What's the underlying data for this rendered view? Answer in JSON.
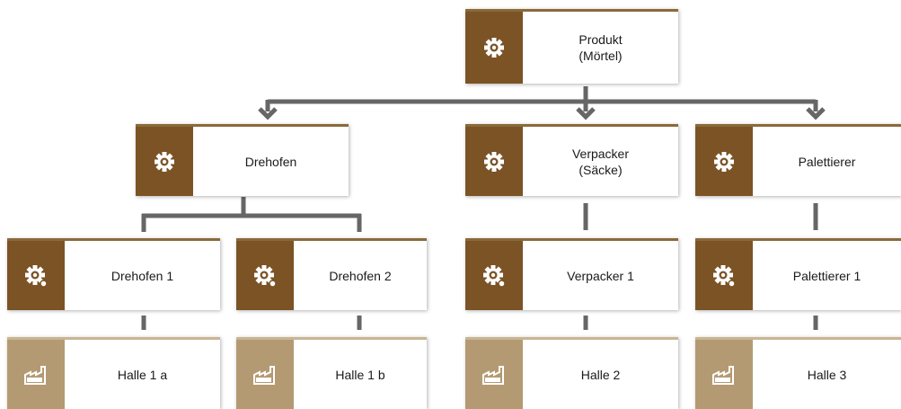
{
  "nodes": {
    "produkt": {
      "label": "Produkt\n(Mörtel)",
      "icon": "gear-icon"
    },
    "drehofen": {
      "label": "Drehofen",
      "icon": "gear-icon"
    },
    "verpacker": {
      "label": "Verpacker\n(Säcke)",
      "icon": "gear-icon"
    },
    "palettierer": {
      "label": "Palettierer",
      "icon": "gear-icon"
    },
    "drehofen1": {
      "label": "Drehofen 1",
      "icon": "gear-with-dot-icon"
    },
    "drehofen2": {
      "label": "Drehofen 2",
      "icon": "gear-with-dot-icon"
    },
    "verpacker1": {
      "label": "Verpacker 1",
      "icon": "gear-with-dot-icon"
    },
    "palettierer1": {
      "label": "Palettierer 1",
      "icon": "gear-with-dot-icon"
    },
    "halle1a": {
      "label": "Halle 1 a",
      "icon": "factory-icon"
    },
    "halle1b": {
      "label": "Halle 1 b",
      "icon": "factory-icon"
    },
    "halle2": {
      "label": "Halle 2",
      "icon": "factory-icon"
    },
    "halle3": {
      "label": "Halle 3",
      "icon": "factory-icon"
    }
  },
  "colors": {
    "tile_dark": "#7b5325",
    "tile_light": "#b49a72",
    "connector": "#666666"
  }
}
